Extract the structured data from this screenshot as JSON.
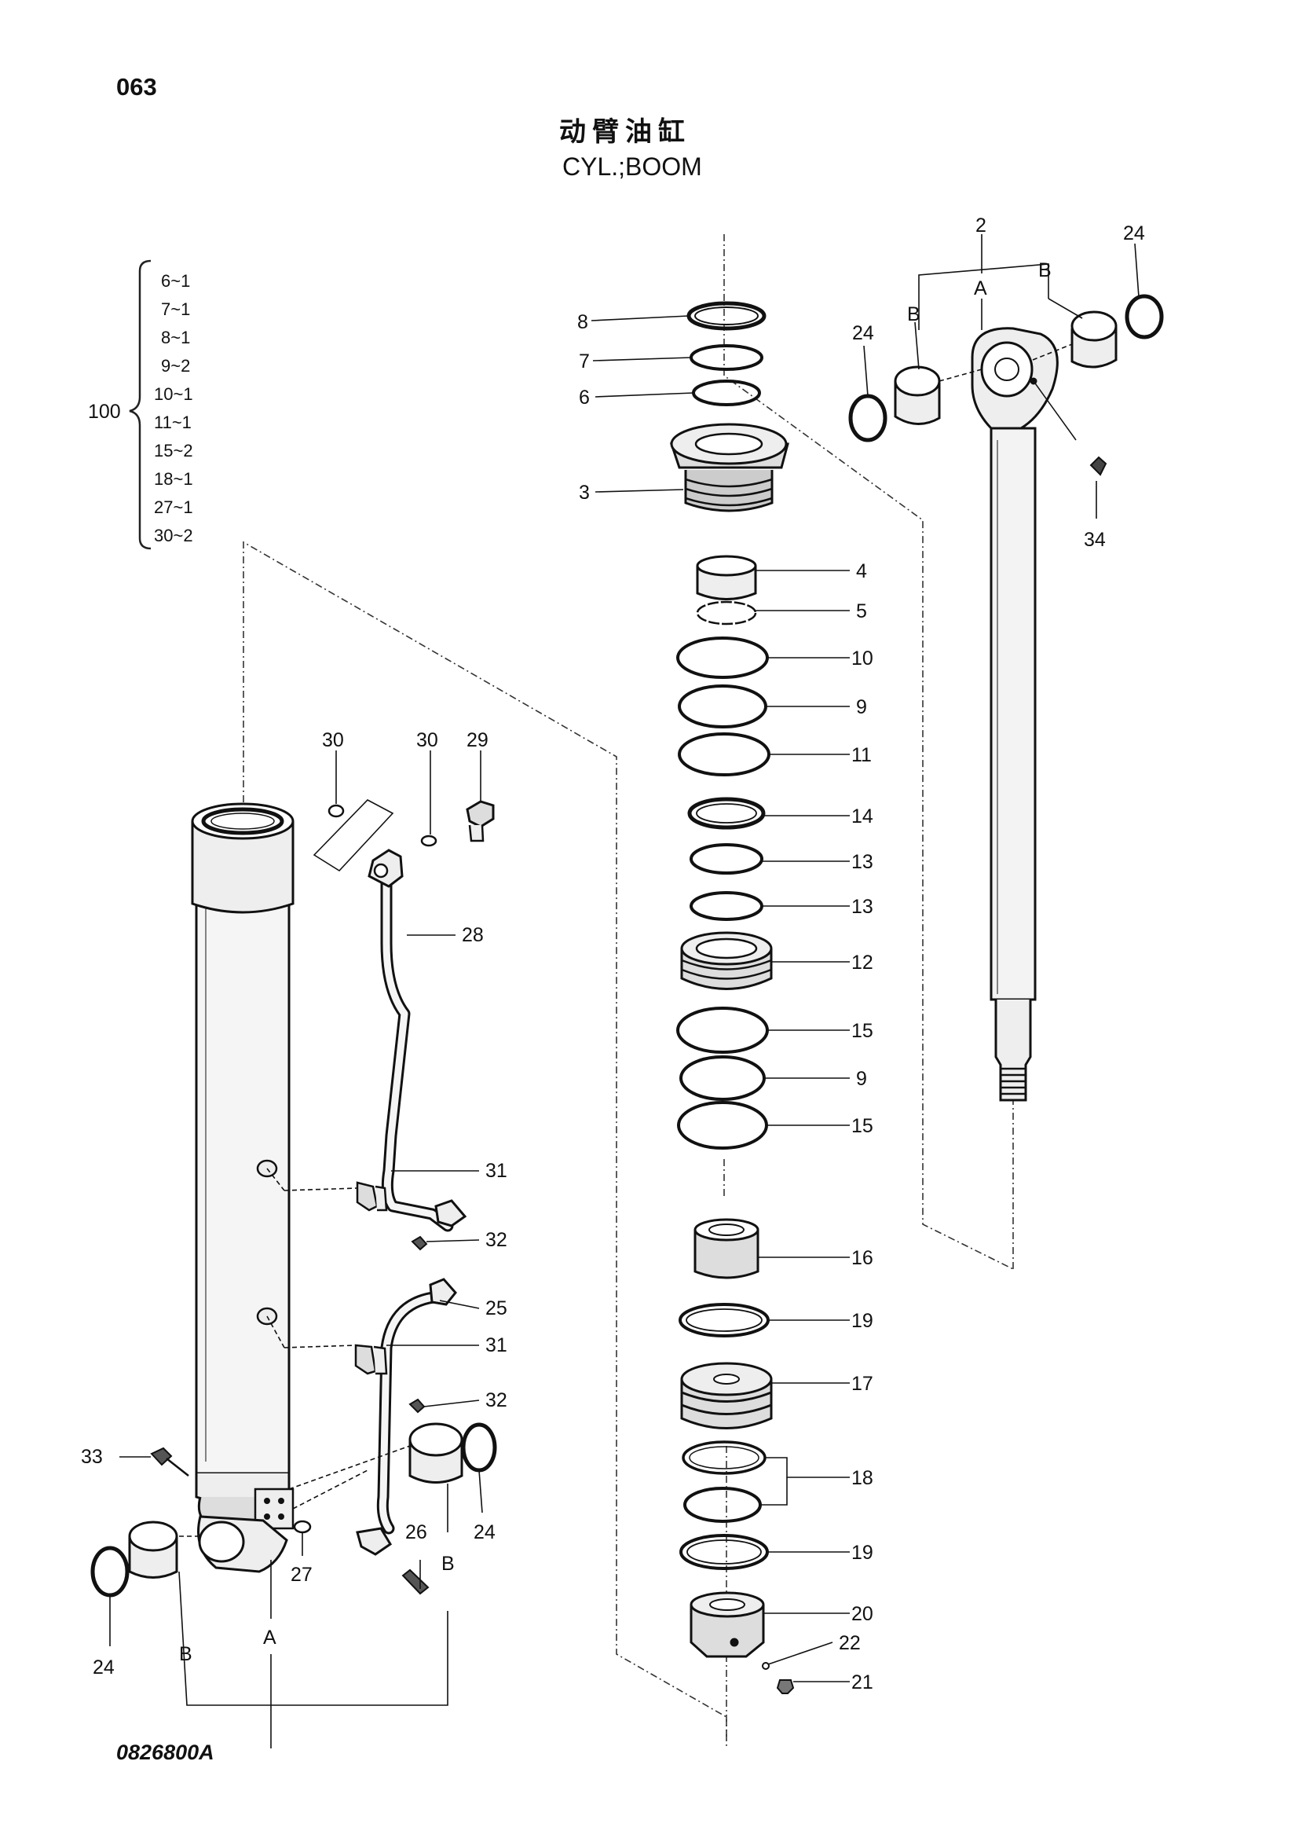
{
  "page_number": "063",
  "title_cn": "动臂油缸",
  "title_en": "CYL.;BOOM",
  "drawing_number": "0826800A",
  "kit": {
    "label": "100",
    "items": [
      "6~1",
      "7~1",
      "8~1",
      "9~2",
      "10~1",
      "11~1",
      "15~2",
      "18~1",
      "27~1",
      "30~2"
    ]
  },
  "callouts": {
    "p8": "8",
    "p7": "7",
    "p6": "6",
    "p3": "3",
    "p4": "4",
    "p5": "5",
    "p10": "10",
    "p9a": "9",
    "p11": "11",
    "p14": "14",
    "p13a": "13",
    "p13b": "13",
    "p12": "12",
    "p15a": "15",
    "p9b": "9",
    "p15b": "15",
    "p16": "16",
    "p19a": "19",
    "p17": "17",
    "p18": "18",
    "p19b": "19",
    "p20": "20",
    "p22": "22",
    "p21": "21",
    "p2": "2",
    "rodA": "A",
    "rodB1": "B",
    "rodB2": "B",
    "rod24a": "24",
    "rod24b": "24",
    "p34": "34",
    "p30a": "30",
    "p30b": "30",
    "p29": "29",
    "p28": "28",
    "p31a": "31",
    "p32a": "32",
    "p25": "25",
    "p31b": "31",
    "p32b": "32",
    "p33": "33",
    "p24a": "24",
    "p24b": "24",
    "p26": "26",
    "p27": "27",
    "tubeB1": "B",
    "tubeB2": "B",
    "tubeA": "A"
  }
}
